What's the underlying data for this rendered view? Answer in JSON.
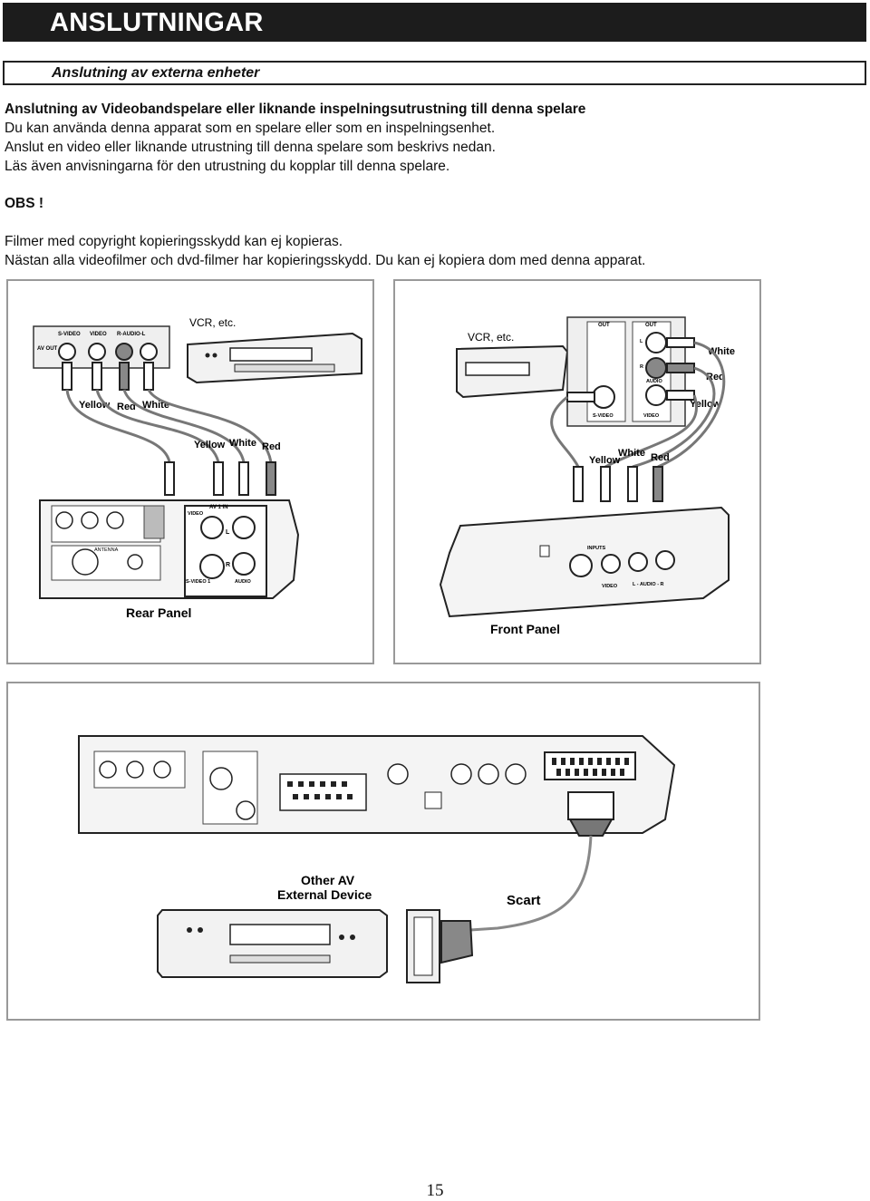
{
  "header": {
    "title": "ANSLUTNINGAR"
  },
  "section": {
    "title": "Anslutning av externa enheter"
  },
  "intro": {
    "heading": "Anslutning av Videobandspelare eller liknande inspelningsutrustning till denna spelare",
    "lines": [
      "Du kan använda denna apparat som en spelare eller som en inspelningsenhet.",
      "Anslut en video eller liknande utrustning till denna spelare som beskrivs nedan.",
      "Läs även anvisningarna för den utrustning du kopplar till denna spelare."
    ]
  },
  "note": {
    "heading": "OBS !",
    "lines": [
      "Filmer med copyright kopieringsskydd kan ej kopieras.",
      "Nästan alla videofilmer och dvd-filmer har kopieringsskydd. Du kan ej kopiera dom med denna apparat."
    ]
  },
  "figure_rear": {
    "device_label": "VCR, etc.",
    "jack_labels": {
      "av_out": "AV OUT",
      "s_video": "S-VIDEO",
      "video": "VIDEO",
      "audio": "R-AUDIO-L"
    },
    "colors_top": {
      "c1": "Yellow",
      "c2": "Red",
      "c3": "White"
    },
    "colors_bottom": {
      "c1": "Yellow",
      "c2": "White",
      "c3": "Red"
    },
    "panel_labels": {
      "av1_in": "AV 1 IN",
      "video": "VIDEO",
      "s_video": "S-VIDEO 1",
      "audio": "AUDIO",
      "antenna": "ANTENNA",
      "l": "L",
      "r": "R"
    },
    "caption": "Rear Panel"
  },
  "figure_front": {
    "device_label": "VCR, etc.",
    "jack_labels": {
      "out1": "OUT",
      "out2": "OUT",
      "s_video": "S-VIDEO",
      "video": "VIDEO",
      "audio": "AUDIO",
      "l": "L",
      "r": "R"
    },
    "colors_right": {
      "c1": "White",
      "c2": "Red",
      "c3": "Yellow"
    },
    "colors_bottom": {
      "c1": "Yellow",
      "c2": "White",
      "c3": "Red"
    },
    "panel_labels": {
      "inputs": "INPUTS",
      "video": "VIDEO",
      "audio": "L - AUDIO - R"
    },
    "caption": "Front Panel"
  },
  "figure_scart": {
    "device_label_line1": "Other AV",
    "device_label_line2": "External Device",
    "cable_label": "Scart"
  },
  "page_number": "15"
}
